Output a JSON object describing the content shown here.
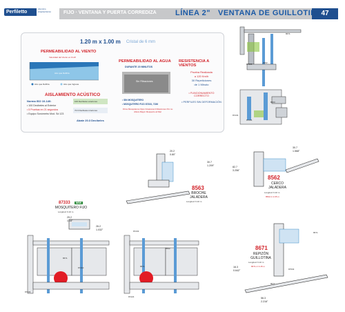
{
  "header": {
    "brand": "Perfiletto",
    "brand_sub": "Aluminio Arquitectónico",
    "section": "FIJO · VENTANA Y PUERTA CORREDIZA",
    "line_title": "LÍNEA 2\"",
    "product_title": "VENTANA DE GUILLOTINA",
    "page": "47"
  },
  "tests": {
    "dimensions": "1.20 m  x  1.00 m",
    "glass": "Cristal de 6 mm",
    "wind_perm_title": "PERMEABILIDAD AL VIENTO",
    "wind_perm_sub": "Velocidad del Viento en Km/h",
    "wind_perm_chart_label": "Aire que Defiltra",
    "wind_perm_legend_1": "Aire que Defiltra",
    "wind_perm_legend_2": "Aire que Ingresa",
    "acoustic_title": "AISLAMIENTO ACÚSTICO",
    "acoustic_norm": "Norma ISO 10-140:",
    "acoustic_1": "• 100 Decibeles al Exterior",
    "acoustic_2": "• 5 Pruebas en 21 segundos",
    "acoustic_3": "• Equipo Sonómetro Mod. Sd 123",
    "acoustic_box_1": "100 Decibeles exteriores",
    "acoustic_box_2": "74.9 Decibeles interiores",
    "acoustic_result": "Abate 20.3  Decibeles",
    "water_title": "PERMEABILIDAD AL AGUA",
    "water_sub": "DURANTE 20 MINUTOS",
    "water_chart_label": "Sin Filtraciones",
    "water_note_1": "• SIN MOSQUITERO",
    "water_note_2": "• MOSQUITERO FIJO  87333, 7236",
    "water_note_3": "Otros Mosquiteros Fijos Ocasionan Filtraciones Por su Altura Mayor Respecto al Riel",
    "wind_res_title": "RESISTENCIA A VIENTOS",
    "wind_res_1": "Prueba Realizada",
    "wind_res_2": "a 120 Km/h",
    "wind_res_3": "30 Repeticiones",
    "wind_res_4": "de 1 Minuto",
    "wind_res_5": "• FUNCIONAMIENTO CORRECTO",
    "wind_res_6": "• PERFILES SIN DEFORMACIÓN"
  },
  "profiles": {
    "p8563_code": "8563",
    "p8563_name_1": "BROCHE",
    "p8563_name_2": "JALADERA",
    "p8563_len": "Longitud: 6.10 m",
    "p8562_code": "8562",
    "p8562_name_1": "CERCO",
    "p8562_name_2": "JALADERA",
    "p8562_len": "Longitud: 6.10 m",
    "p8562_weight": "8562-C  2.05 m",
    "p8671_code": "8671",
    "p8671_name_1": "REPIZÓN",
    "p8671_name_2": "GUILLOTINA",
    "p8671_len": "Longitud: 6.10 m",
    "p8671_weight": "8671-C  3.45 m",
    "p87333_code": "87333",
    "p87333_badge": "NEW",
    "p87333_name": "MOSQUITERO FIJO",
    "p87333_len": "Longitud: 6.10 m"
  },
  "dims": {
    "d1": "20.2",
    "d1b": "0.80\"",
    "d2": "30.7",
    "d2b": "1.209\"",
    "d3": "30.7",
    "d3b": "1.568\"",
    "d4": "29.2",
    "d4b": "1.15\"",
    "d5": "56.3",
    "d5b": "2.216\"",
    "d6": "26.2",
    "d6b": "1.032\"",
    "d7": "16.3",
    "d7b": "0.642\"",
    "d8": "82.7",
    "d8b": "3.256\""
  },
  "codes": {
    "c1": "8671",
    "c2": "87333",
    "c3": "8562",
    "c4": "8563",
    "c5": "87233",
    "c6": "87235",
    "c7": "87533",
    "c8": "8671",
    "c9": "87410",
    "c10": "87233",
    "c11": "8562",
    "c12": "8671",
    "c13": "87223",
    "c14": "8671",
    "c15": "87533",
    "c16": "8671"
  },
  "colors": {
    "brand_blue": "#1f4f8f",
    "accent_red": "#d2232a",
    "glass_blue": "#5b9bd5",
    "band_gray": "#c7c8ca"
  }
}
